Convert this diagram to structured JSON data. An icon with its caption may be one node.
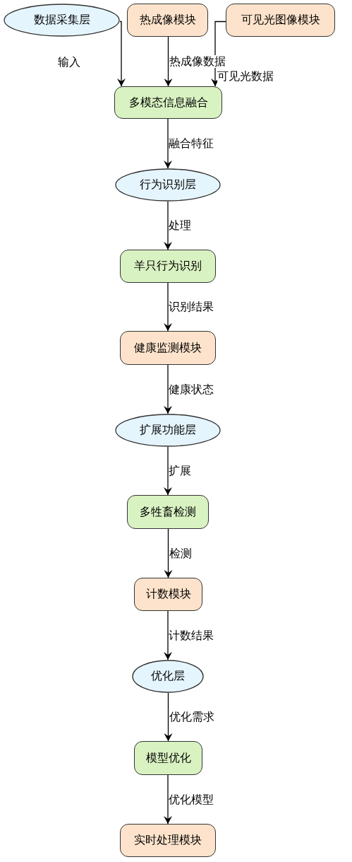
{
  "diagram": {
    "nodes": [
      {
        "text": [
          "数据采集层"
        ]
      },
      {
        "text": [
          "热成像模块"
        ]
      },
      {
        "text": [
          "可见光图像模块"
        ]
      },
      {
        "text": [
          "多模态信息融合"
        ]
      },
      {
        "text": [
          "行为识别层"
        ]
      },
      {
        "text": [
          "羊只行为识别"
        ]
      },
      {
        "text": [
          "健康监测模块"
        ]
      },
      {
        "text": [
          "扩展功能层"
        ]
      },
      {
        "text": [
          "多牲畜检测"
        ]
      },
      {
        "text": [
          "计数模块"
        ]
      },
      {
        "text": [
          "优化层"
        ]
      },
      {
        "text": [
          "模型优化"
        ]
      },
      {
        "text": [
          "实时处理模块"
        ]
      }
    ],
    "edges": [
      {
        "from": 0,
        "to": 3,
        "arrow": "to",
        "label": "输入"
      },
      {
        "from": 1,
        "to": 3,
        "arrow": "to",
        "label": "热成像数据"
      },
      {
        "from": 2,
        "to": 3,
        "arrow": "to",
        "label": "可见光数据"
      },
      {
        "from": 3,
        "to": 4,
        "arrow": "to",
        "label": "融合特征"
      },
      {
        "from": 4,
        "to": 5,
        "arrow": "to",
        "label": "处理"
      },
      {
        "from": 5,
        "to": 6,
        "arrow": "to",
        "label": "识别结果"
      },
      {
        "from": 6,
        "to": 7,
        "arrow": "to",
        "label": "健康状态"
      },
      {
        "from": 7,
        "to": 8,
        "arrow": "to",
        "label": "扩展"
      },
      {
        "from": 8,
        "to": 9,
        "arrow": "to",
        "label": "检测"
      },
      {
        "from": 9,
        "to": 10,
        "arrow": "to",
        "label": "计数结果"
      },
      {
        "from": 10,
        "to": 11,
        "arrow": "to",
        "label": "优化需求"
      },
      {
        "from": 11,
        "to": 12,
        "arrow": "to",
        "label": "优化模型"
      }
    ]
  }
}
